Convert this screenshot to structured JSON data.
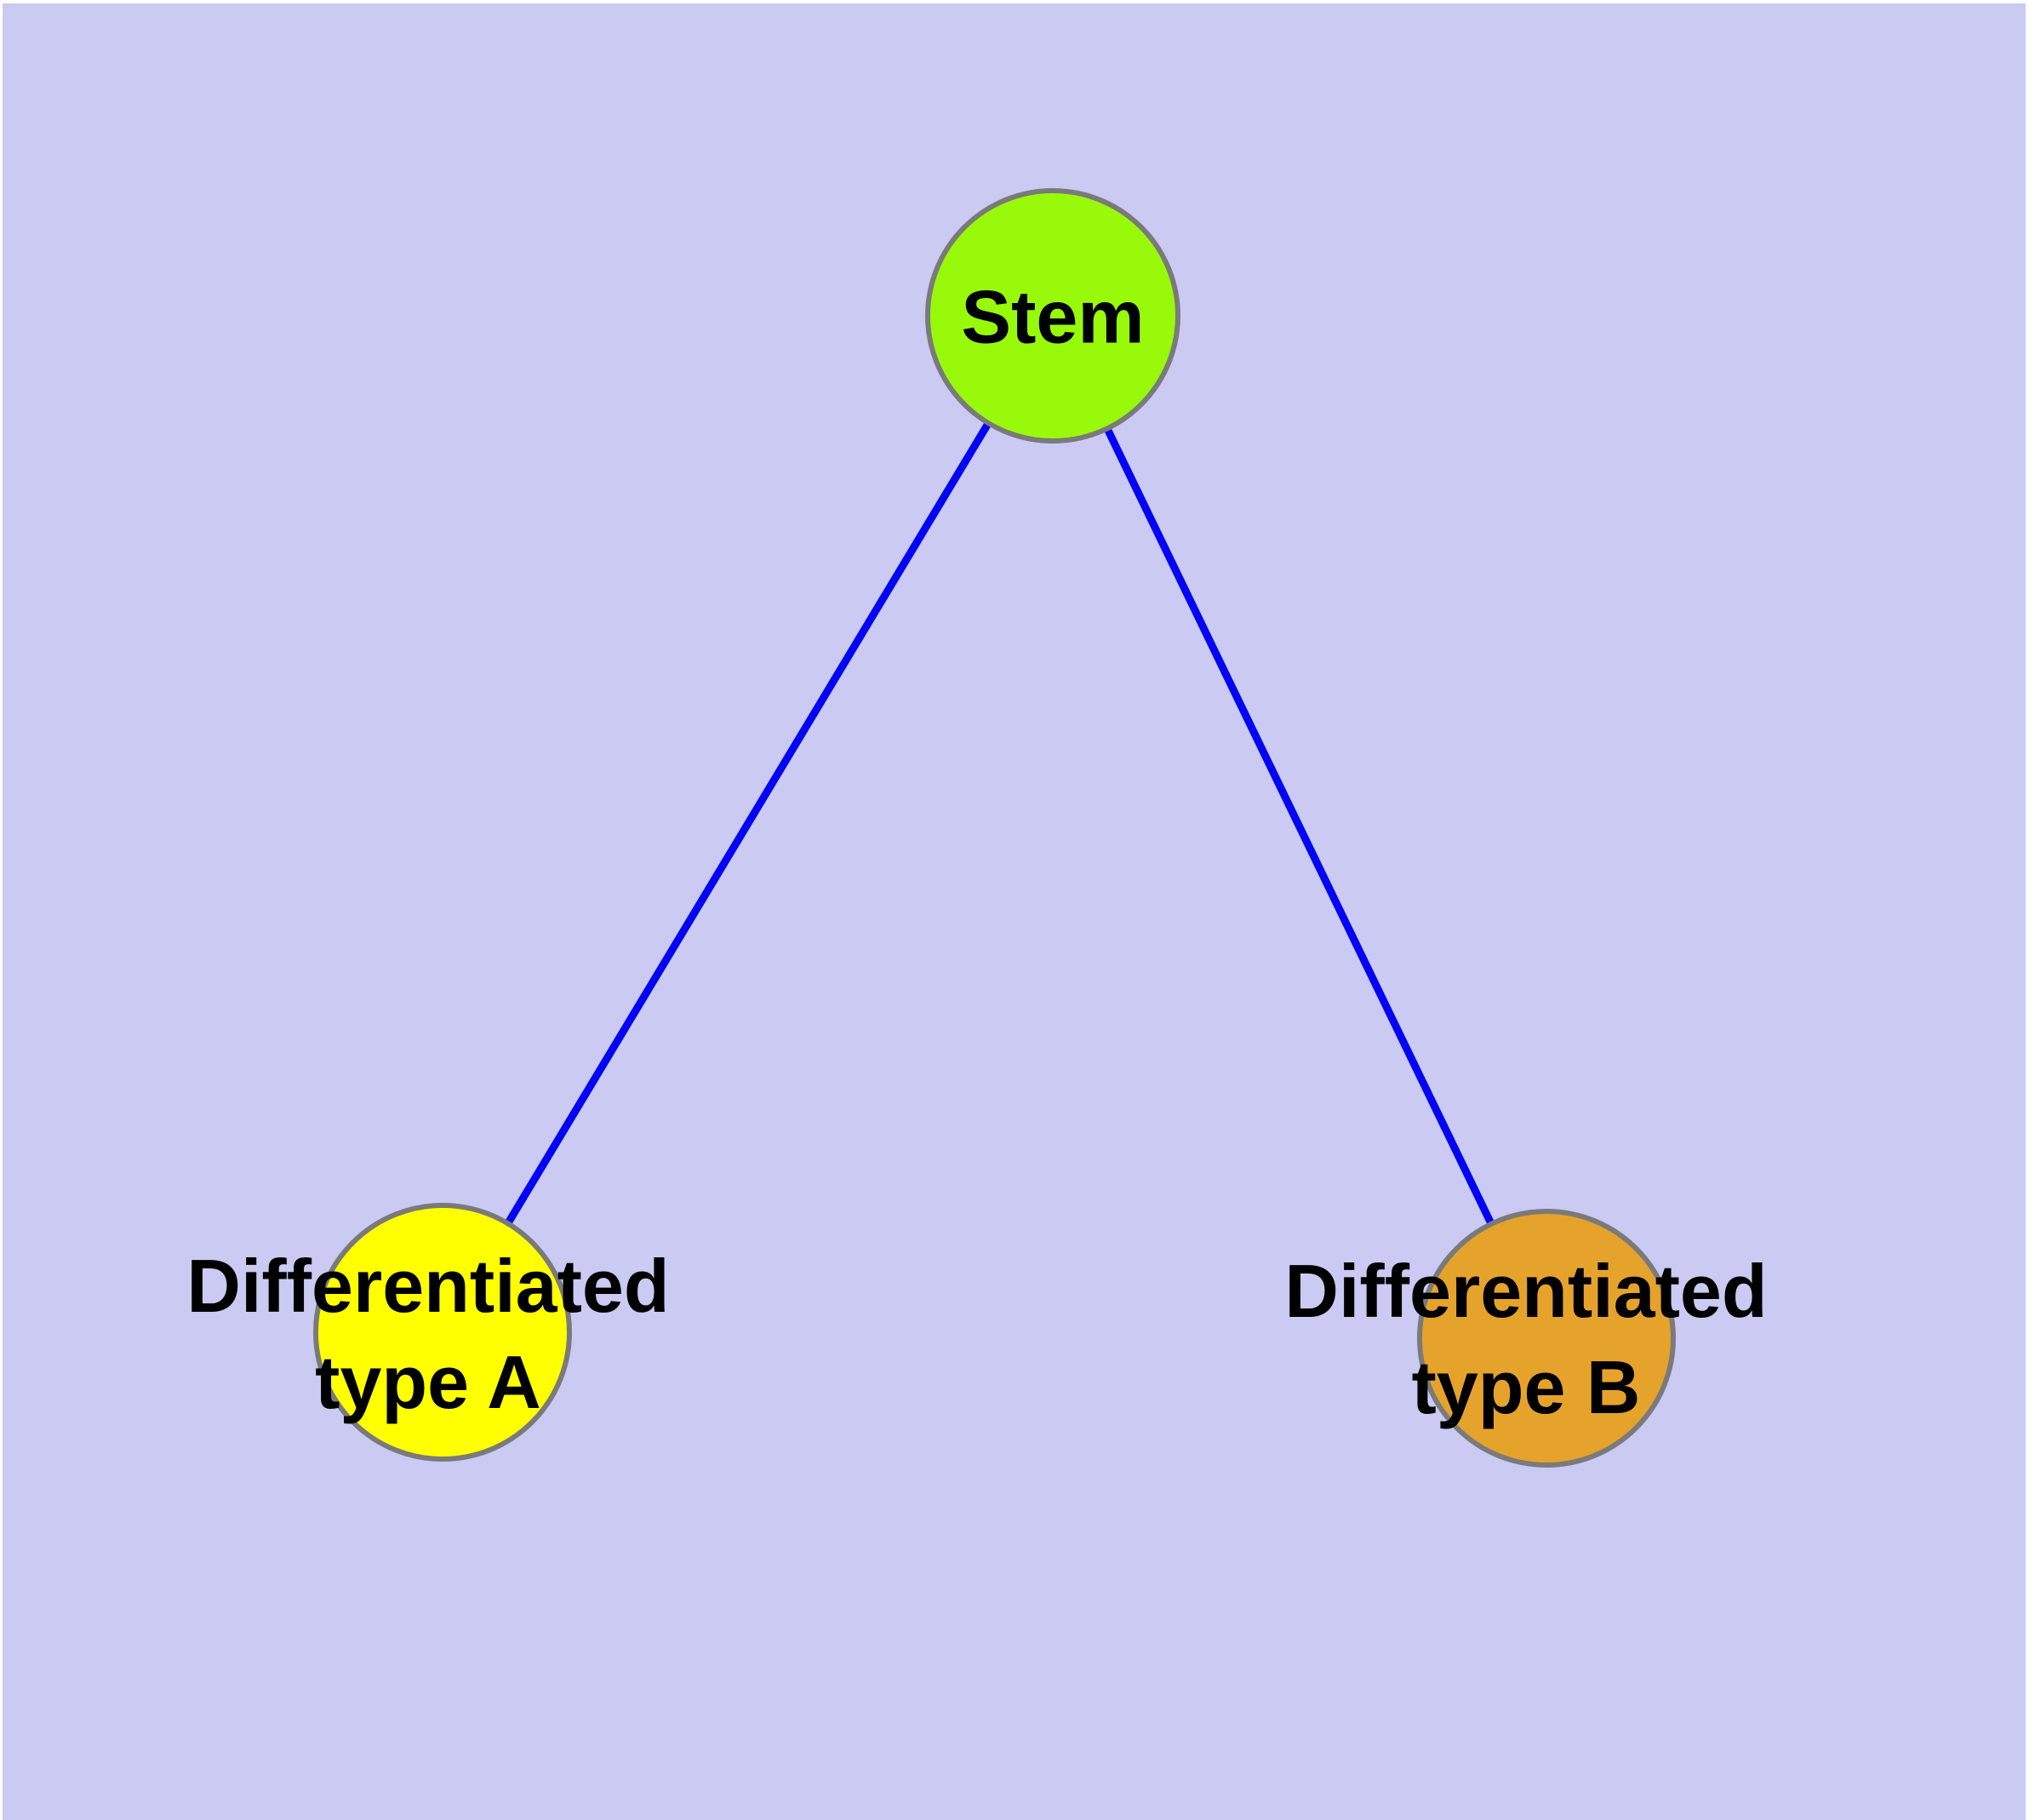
{
  "diagram": {
    "background_color": "#cacaf3",
    "frame_color": "#ffffff",
    "edge_color": "#0404f4",
    "node_border_color": "#7a7a7a",
    "nodes": [
      {
        "id": "stem",
        "label": "Stem",
        "lines": [
          "Stem"
        ],
        "fill": "#98fa0a"
      },
      {
        "id": "type-a",
        "label": "Differentiated type A",
        "lines": [
          "Differentiated",
          "type A"
        ],
        "fill": "#ffff00"
      },
      {
        "id": "type-b",
        "label": "Differentiated type B",
        "lines": [
          "Differentiated",
          "type B"
        ],
        "fill": "#e6a32c"
      }
    ],
    "edges": [
      {
        "from": "stem",
        "to": "type-a"
      },
      {
        "from": "stem",
        "to": "type-b"
      }
    ]
  }
}
